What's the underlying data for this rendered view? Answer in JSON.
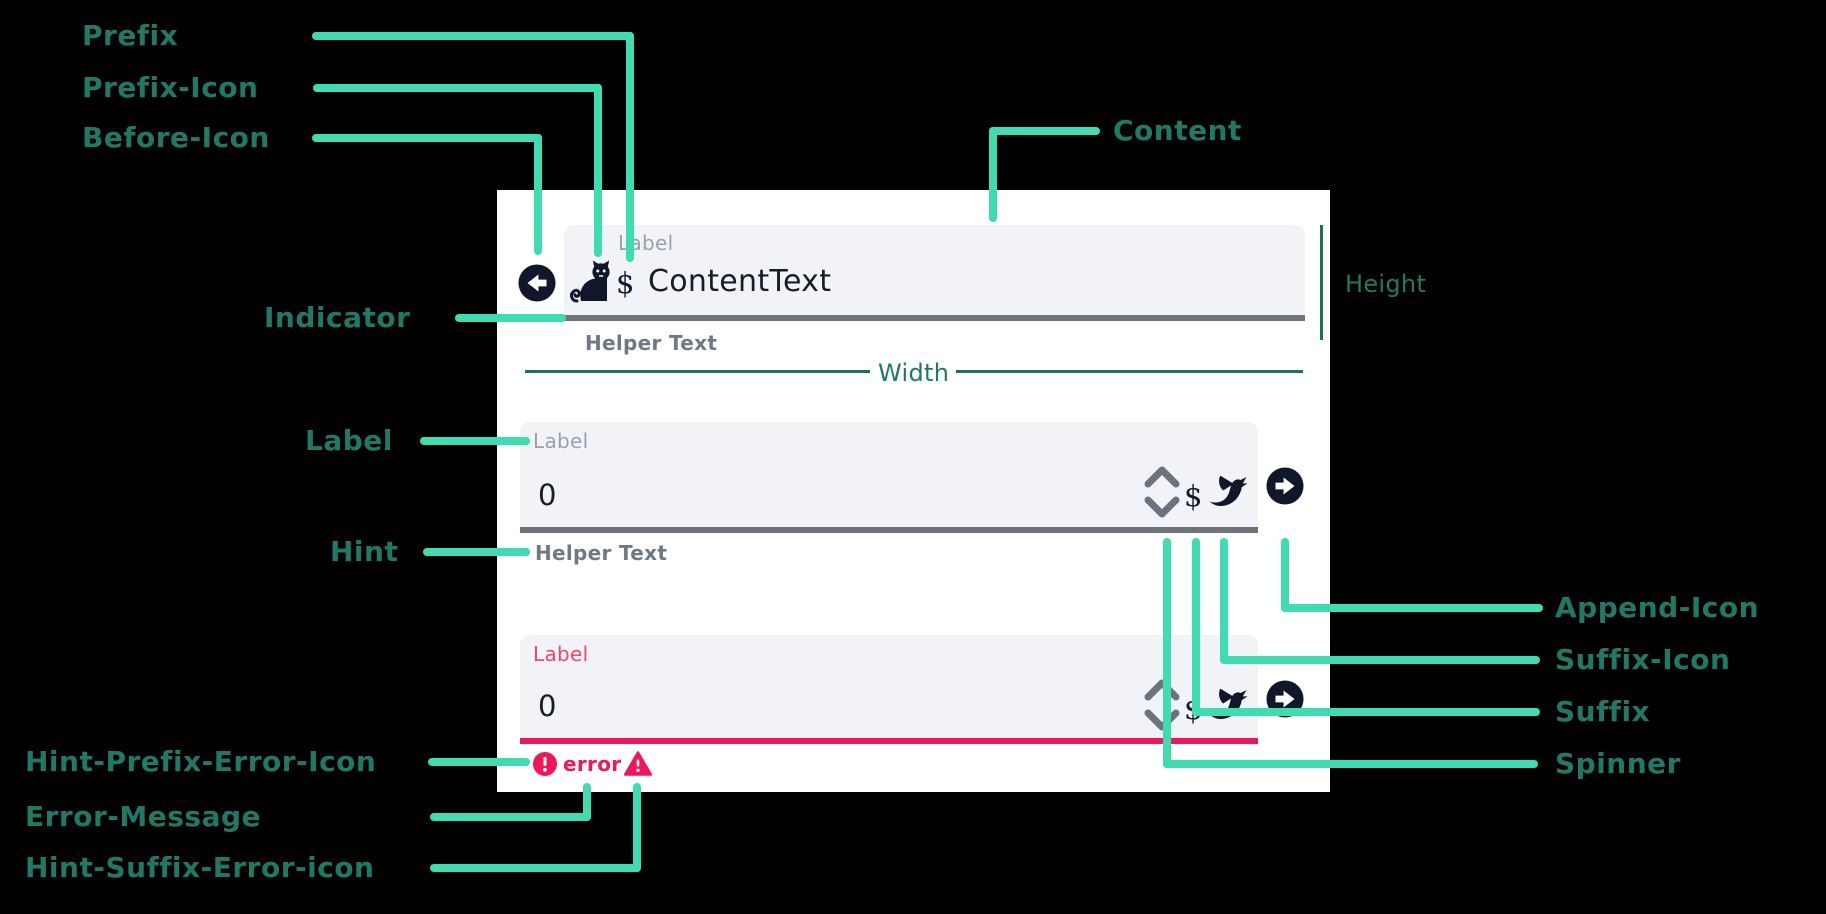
{
  "annotations": {
    "prefix": "Prefix",
    "prefix_icon": "Prefix-Icon",
    "before_icon": "Before-Icon",
    "content": "Content",
    "indicator": "Indicator",
    "label": "Label",
    "hint": "Hint",
    "height": "Height",
    "width": "Width",
    "append_icon": "Append-Icon",
    "suffix_icon": "Suffix-Icon",
    "suffix": "Suffix",
    "spinner": "Spinner",
    "hint_prefix_error_icon": "Hint-Prefix-Error-Icon",
    "error_message": "Error-Message",
    "hint_suffix_error_icon": "Hint-Suffix-Error-icon"
  },
  "fields": {
    "first": {
      "label": "Label",
      "prefix": "$",
      "content": "ContentText",
      "helper": "Helper Text"
    },
    "second": {
      "label": "Label",
      "value": "0",
      "suffix": "$",
      "helper": "Helper Text"
    },
    "error": {
      "label": "Label",
      "value": "0",
      "suffix": "$",
      "error_text": "error"
    }
  },
  "icons": {
    "before": "arrow-left-circle",
    "append": "arrow-right-circle",
    "prefix": "black-cat",
    "suffix": "bird",
    "spinner": "chevron-up-down",
    "error_prefix": "exclamation-circle",
    "error_suffix": "warning-triangle"
  },
  "colors": {
    "background": "#000000",
    "card": "#ffffff",
    "connector_mint": "#3edcb1",
    "annotation_teal": "#1e7a67",
    "dimension_line": "#1e6f60",
    "field_background": "#f2f3f6",
    "field_underline": "#6e737c",
    "field_label_gray": "#9aa1ad",
    "helper_gray": "#6f7887",
    "content_dark": "#181d27",
    "spinner_gray": "#6b7280",
    "error_red": "#f2155b",
    "error_label_pink": "#f5446d",
    "icon_dark": "#10172a"
  }
}
